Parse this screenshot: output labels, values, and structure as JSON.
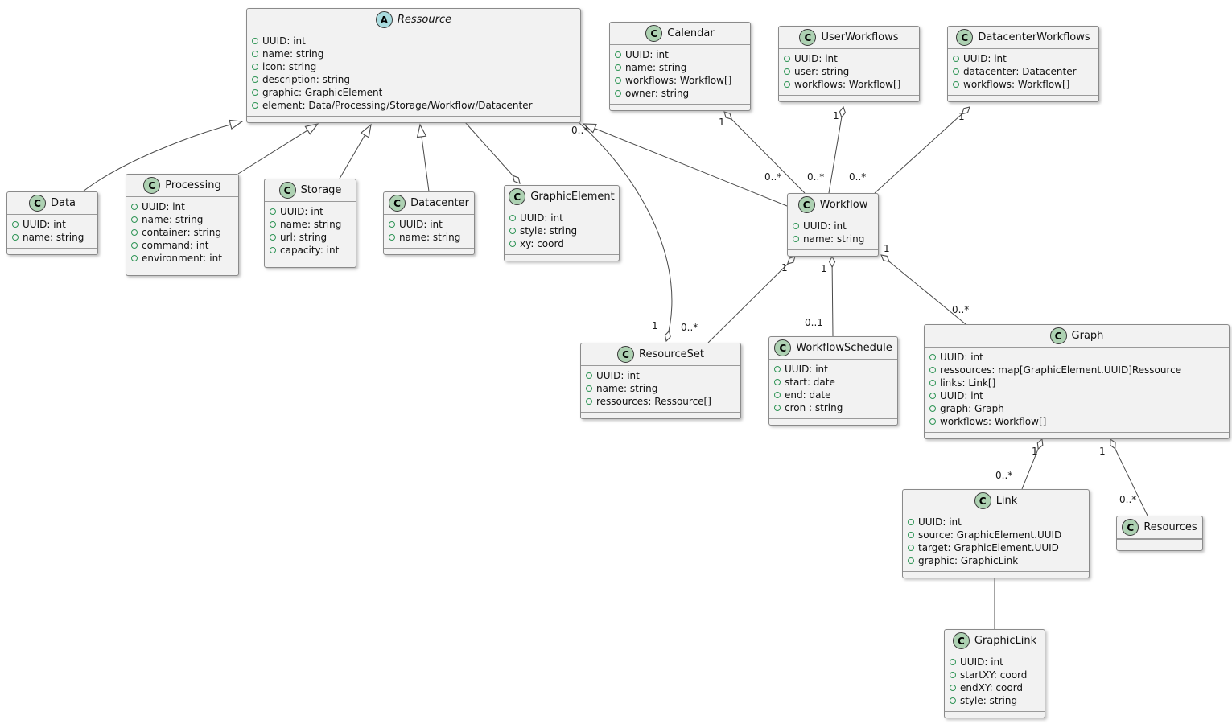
{
  "style": {
    "class_icon_bg": "#ADD1B2",
    "abstract_icon_bg": "#A9DCDF",
    "box_bg": "#F2F2F2",
    "box_border": "#8A8A8A",
    "field_bullet_color": "#2E9455",
    "edge_color": "#4A4A4A"
  },
  "classes": [
    {
      "id": "ressource",
      "kind": "abstract",
      "icon_letter": "A",
      "name": "Ressource",
      "attributes": [
        "UUID: int",
        "name: string",
        "icon: string",
        "description: string",
        "graphic: GraphicElement",
        "element: Data/Processing/Storage/Workflow/Datacenter"
      ]
    },
    {
      "id": "calendar",
      "kind": "class",
      "icon_letter": "C",
      "name": "Calendar",
      "attributes": [
        "UUID: int",
        "name: string",
        "workflows: Workflow[]",
        "owner: string"
      ]
    },
    {
      "id": "userworkflows",
      "kind": "class",
      "icon_letter": "C",
      "name": "UserWorkflows",
      "attributes": [
        "UUID: int",
        "user: string",
        "workflows: Workflow[]"
      ]
    },
    {
      "id": "datacenterworkflows",
      "kind": "class",
      "icon_letter": "C",
      "name": "DatacenterWorkflows",
      "attributes": [
        "UUID: int",
        "datacenter: Datacenter",
        "workflows: Workflow[]"
      ]
    },
    {
      "id": "data",
      "kind": "class",
      "icon_letter": "C",
      "name": "Data",
      "attributes": [
        "UUID: int",
        "name: string"
      ]
    },
    {
      "id": "processing",
      "kind": "class",
      "icon_letter": "C",
      "name": "Processing",
      "attributes": [
        "UUID: int",
        "name: string",
        "container: string",
        "command: int",
        "environment: int"
      ]
    },
    {
      "id": "storage",
      "kind": "class",
      "icon_letter": "C",
      "name": "Storage",
      "attributes": [
        "UUID: int",
        "name: string",
        "url: string",
        "capacity: int"
      ]
    },
    {
      "id": "datacenter",
      "kind": "class",
      "icon_letter": "C",
      "name": "Datacenter",
      "attributes": [
        "UUID: int",
        "name: string"
      ]
    },
    {
      "id": "graphicelement",
      "kind": "class",
      "icon_letter": "C",
      "name": "GraphicElement",
      "attributes": [
        "UUID: int",
        "style: string",
        "xy: coord"
      ]
    },
    {
      "id": "workflow",
      "kind": "class",
      "icon_letter": "C",
      "name": "Workflow",
      "attributes": [
        "UUID: int",
        "name: string"
      ]
    },
    {
      "id": "resourceset",
      "kind": "class",
      "icon_letter": "C",
      "name": "ResourceSet",
      "attributes": [
        "UUID: int",
        "name: string",
        "ressources: Ressource[]"
      ]
    },
    {
      "id": "workflowschedule",
      "kind": "class",
      "icon_letter": "C",
      "name": "WorkflowSchedule",
      "attributes": [
        "UUID: int",
        "start: date",
        "end: date",
        "cron : string"
      ]
    },
    {
      "id": "graph",
      "kind": "class",
      "icon_letter": "C",
      "name": "Graph",
      "attributes": [
        "UUID: int",
        "ressources: map[GraphicElement.UUID]Ressource",
        "links: Link[]",
        "UUID: int",
        "graph: Graph",
        "workflows: Workflow[]"
      ]
    },
    {
      "id": "link",
      "kind": "class",
      "icon_letter": "C",
      "name": "Link",
      "attributes": [
        "UUID: int",
        "source: GraphicElement.UUID",
        "target: GraphicElement.UUID",
        "graphic: GraphicLink"
      ]
    },
    {
      "id": "resources",
      "kind": "class",
      "icon_letter": "C",
      "name": "Resources",
      "attributes": []
    },
    {
      "id": "graphiclink",
      "kind": "class",
      "icon_letter": "C",
      "name": "GraphicLink",
      "attributes": [
        "UUID: int",
        "startXY: coord",
        "endXY: coord",
        "style: string"
      ]
    }
  ],
  "edges": [
    {
      "type": "generalization",
      "from": "Data",
      "to": "Ressource"
    },
    {
      "type": "generalization",
      "from": "Processing",
      "to": "Ressource"
    },
    {
      "type": "generalization",
      "from": "Storage",
      "to": "Ressource"
    },
    {
      "type": "generalization",
      "from": "Datacenter",
      "to": "Ressource"
    },
    {
      "type": "generalization",
      "from": "Workflow",
      "to": "Ressource"
    },
    {
      "type": "aggregation",
      "owner": "GraphicElement",
      "item": "Ressource",
      "owner_mult": "",
      "item_mult": ""
    },
    {
      "type": "aggregation",
      "owner": "ResourceSet",
      "item": "Ressource",
      "owner_mult": "1",
      "item_mult": "0..*"
    },
    {
      "type": "aggregation",
      "owner": "Calendar",
      "item": "Workflow",
      "owner_mult": "1",
      "item_mult": "0..*"
    },
    {
      "type": "aggregation",
      "owner": "UserWorkflows",
      "item": "Workflow",
      "owner_mult": "1",
      "item_mult": "0..*"
    },
    {
      "type": "aggregation",
      "owner": "DatacenterWorkflows",
      "item": "Workflow",
      "owner_mult": "1",
      "item_mult": "0..*"
    },
    {
      "type": "aggregation",
      "owner": "Workflow",
      "item": "ResourceSet",
      "owner_mult": "1",
      "item_mult": "0..*"
    },
    {
      "type": "aggregation",
      "owner": "Workflow",
      "item": "WorkflowSchedule",
      "owner_mult": "1",
      "item_mult": "0..1"
    },
    {
      "type": "aggregation",
      "owner": "Workflow",
      "item": "Graph",
      "owner_mult": "1",
      "item_mult": "0..*"
    },
    {
      "type": "aggregation",
      "owner": "Graph",
      "item": "Link",
      "owner_mult": "1",
      "item_mult": "0..*"
    },
    {
      "type": "aggregation",
      "owner": "Graph",
      "item": "Resources",
      "owner_mult": "1",
      "item_mult": "0..*"
    },
    {
      "type": "association",
      "from": "Link",
      "to": "GraphicLink"
    }
  ]
}
